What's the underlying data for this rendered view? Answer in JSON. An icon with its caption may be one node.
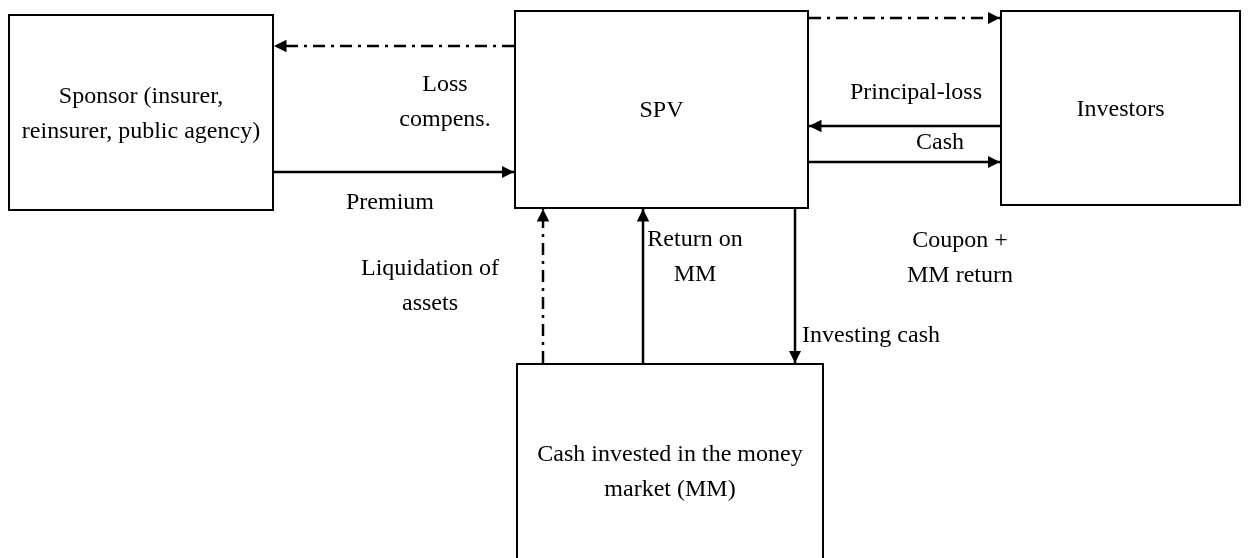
{
  "diagram": {
    "nodes": [
      {
        "text": [
          "Sponsor (insurer, reinsurer, public agency)"
        ]
      },
      {
        "text": [
          "SPV"
        ]
      },
      {
        "text": [
          "Investors"
        ]
      },
      {
        "text": [
          "Cash invested in the money market (MM)"
        ]
      }
    ],
    "edges": [
      {
        "from": 1,
        "to": 0,
        "arrow": "to",
        "style": "dashed",
        "label": "Loss compens."
      },
      {
        "from": 0,
        "to": 1,
        "arrow": "to",
        "label": "Premium"
      },
      {
        "from": 1,
        "to": 2,
        "arrow": "to",
        "style": "dashed"
      },
      {
        "from": 2,
        "to": 1,
        "arrow": "to",
        "label": "Principal-loss"
      },
      {
        "from": 1,
        "to": 2,
        "arrow": "to",
        "label": "Cash"
      },
      {
        "from": 3,
        "to": 1,
        "arrow": "to",
        "style": "dashed",
        "label": "Liquidation of assets"
      },
      {
        "from": 3,
        "to": 1,
        "arrow": "to",
        "label": "Return on MM"
      },
      {
        "from": 1,
        "to": 3,
        "arrow": "to",
        "label": "Investing cash"
      }
    ],
    "labels": [
      "Coupon + MM return"
    ]
  }
}
